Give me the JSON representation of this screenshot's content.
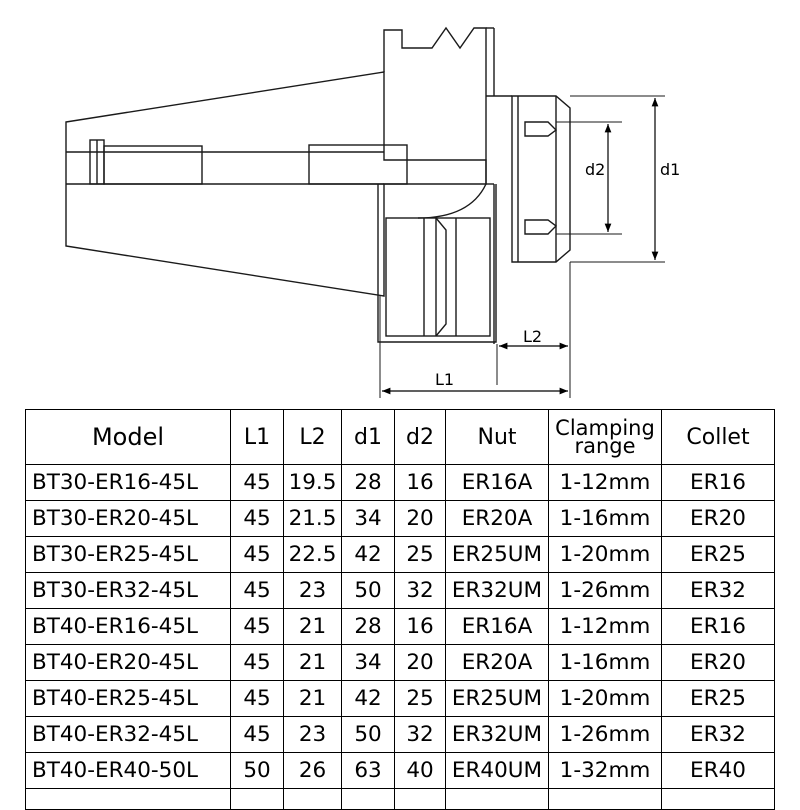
{
  "diagram": {
    "labels": {
      "d1": "d1",
      "d2": "d2",
      "L1": "L1",
      "L2": "L2"
    }
  },
  "table": {
    "headers": {
      "model": "Model",
      "l1": "L1",
      "l2": "L2",
      "d1": "d1",
      "d2": "d2",
      "nut": "Nut",
      "clamping_line1": "Clamping",
      "clamping_line2": "range",
      "collet": "Collet"
    },
    "rows": [
      [
        "BT30-ER16-45L",
        "45",
        "19.5",
        "28",
        "16",
        "ER16A",
        "1-12mm",
        "ER16"
      ],
      [
        "BT30-ER20-45L",
        "45",
        "21.5",
        "34",
        "20",
        "ER20A",
        "1-16mm",
        "ER20"
      ],
      [
        "BT30-ER25-45L",
        "45",
        "22.5",
        "42",
        "25",
        "ER25UM",
        "1-20mm",
        "ER25"
      ],
      [
        "BT30-ER32-45L",
        "45",
        "23",
        "50",
        "32",
        "ER32UM",
        "1-26mm",
        "ER32"
      ],
      [
        "BT40-ER16-45L",
        "45",
        "21",
        "28",
        "16",
        "ER16A",
        "1-12mm",
        "ER16"
      ],
      [
        "BT40-ER20-45L",
        "45",
        "21",
        "34",
        "20",
        "ER20A",
        "1-16mm",
        "ER20"
      ],
      [
        "BT40-ER25-45L",
        "45",
        "21",
        "42",
        "25",
        "ER25UM",
        "1-20mm",
        "ER25"
      ],
      [
        "BT40-ER32-45L",
        "45",
        "23",
        "50",
        "32",
        "ER32UM",
        "1-26mm",
        "ER32"
      ],
      [
        "BT40-ER40-50L",
        "50",
        "26",
        "63",
        "40",
        "ER40UM",
        "1-32mm",
        "ER40"
      ]
    ]
  }
}
